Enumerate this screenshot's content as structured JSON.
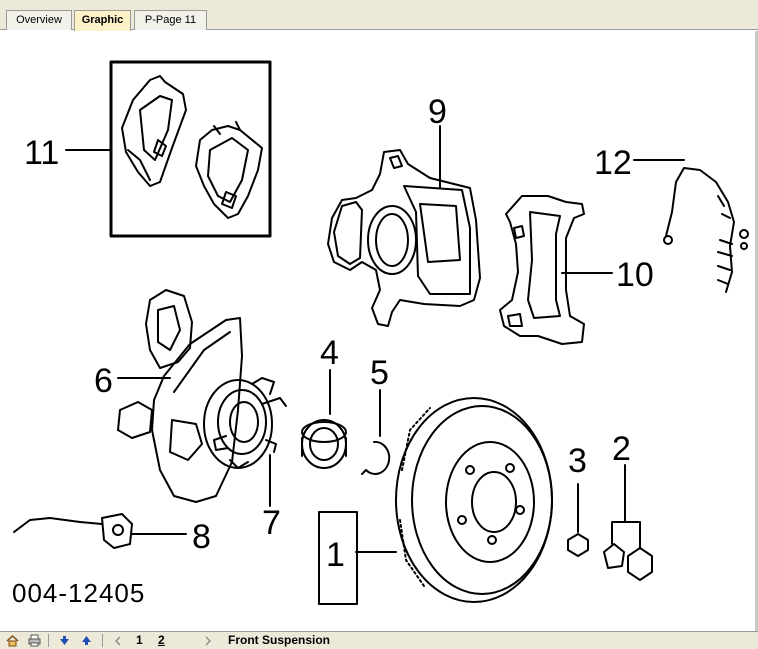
{
  "tabs": [
    {
      "label": "Overview",
      "active": false
    },
    {
      "label": "Graphic",
      "active": true
    },
    {
      "label": "P-Page 11",
      "active": false
    }
  ],
  "diagram": {
    "callouts": {
      "c1": "1",
      "c2": "2",
      "c3": "3",
      "c4": "4",
      "c5": "5",
      "c6": "6",
      "c7": "7",
      "c8": "8",
      "c9": "9",
      "c10": "10",
      "c11": "11",
      "c12": "12"
    },
    "figure_code": "004-12405"
  },
  "statusbar": {
    "pages": [
      "1",
      "2"
    ],
    "title": "Front Suspension"
  },
  "colors": {
    "tab_active_bg": "#fdf1c7",
    "chrome_bg": "#ece9d8",
    "nav_arrow_blue": "#1f4fb4"
  }
}
